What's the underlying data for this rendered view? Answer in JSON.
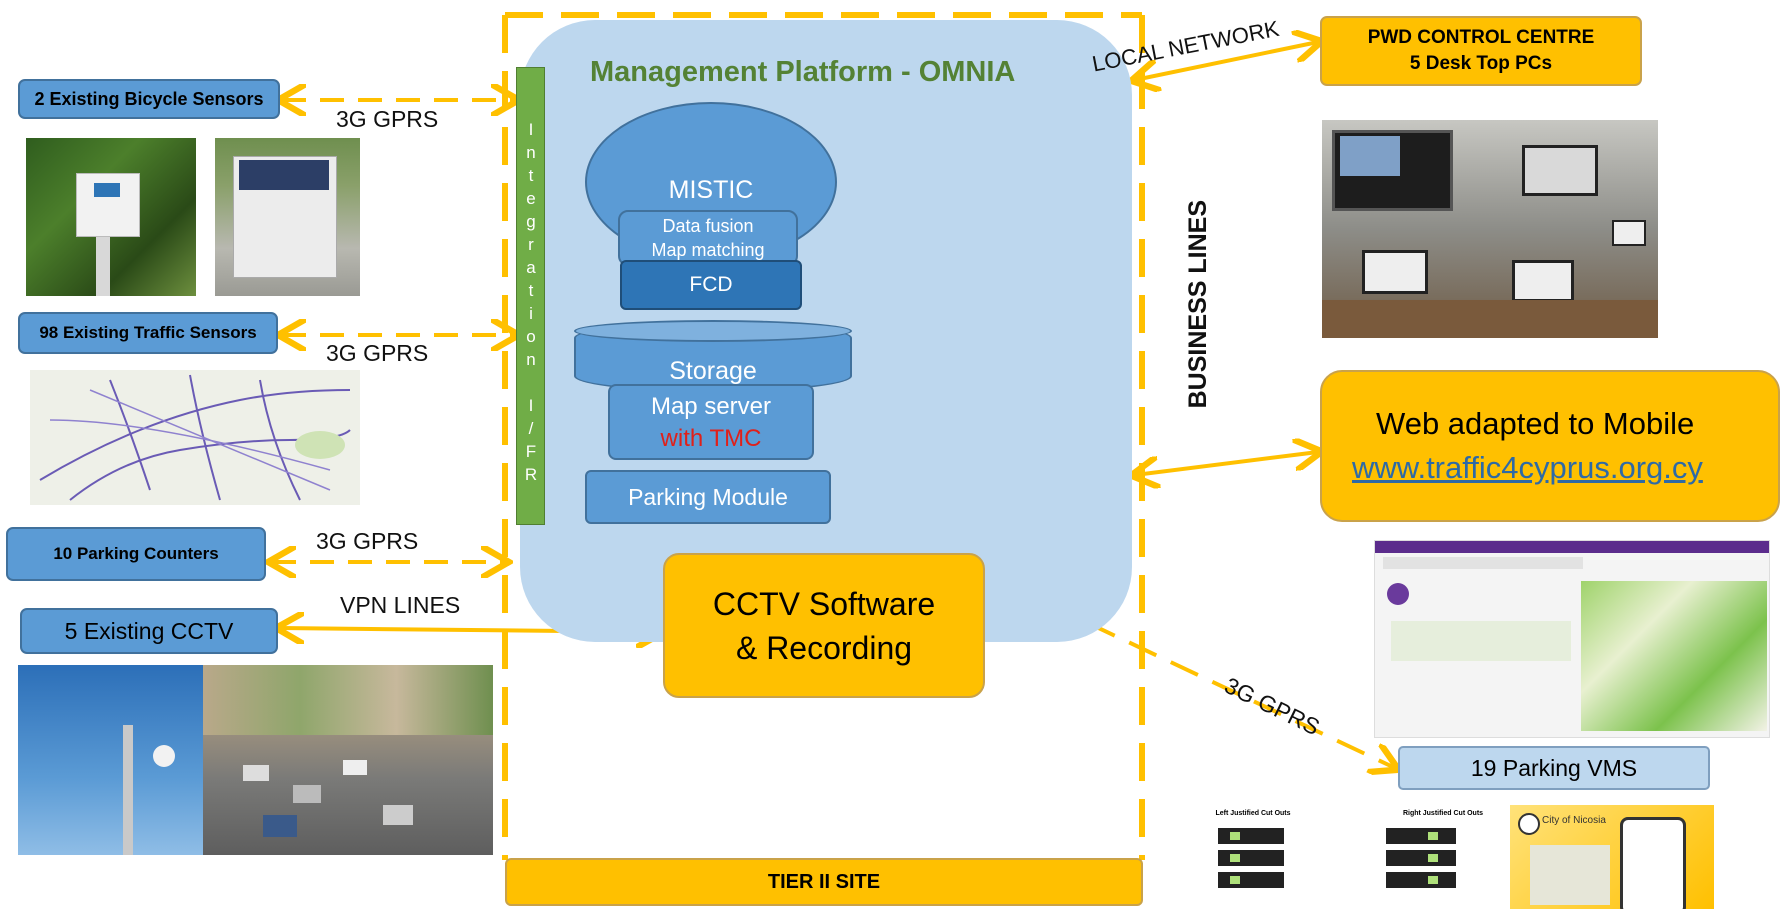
{
  "platform": {
    "title": "Management Platform - OMNIA",
    "integration_label": "Integration I/FR",
    "mistic": "MISTIC",
    "data_fusion": "Data fusion",
    "map_matching": "Map matching",
    "fcd": "FCD",
    "storage": "Storage",
    "map_server": "Map server",
    "with_tmc": "with TMC",
    "parking_module": "Parking Module",
    "cctv_line1": "CCTV Software",
    "cctv_line2": "& Recording",
    "tier": "TIER II SITE"
  },
  "left": {
    "bicycle": "2 Existing Bicycle Sensors",
    "traffic": "98 Existing  Traffic Sensors",
    "parking": "10 Parking Counters",
    "cctv": "5 Existing CCTV"
  },
  "links": {
    "gprs1": "3G GPRS",
    "gprs2": "3G GPRS",
    "gprs3": "3G GPRS",
    "vpn": "VPN LINES",
    "local": "LOCAL NETWORK",
    "business": "BUSINESS LINES",
    "gprs_vms": "3G GPRS"
  },
  "right": {
    "pwd_line1": "PWD CONTROL CENTRE",
    "pwd_line2": "5 Desk Top PCs",
    "web_line1": "Web adapted to Mobile",
    "web_url": "www.traffic4cyprus.org.cy",
    "vms": "19 Parking  VMS",
    "vms_diag_left": "Left Justified Cut Outs",
    "vms_diag_right": "Right Justified Cut Outs",
    "app_brand": "City of Nicosia"
  },
  "colors": {
    "orange": "#ffc000",
    "blue": "#5b9bd5",
    "light_blue": "#bdd7ee",
    "green": "#70ad47",
    "title_green": "#548235",
    "tmc_red": "#e0201a"
  }
}
